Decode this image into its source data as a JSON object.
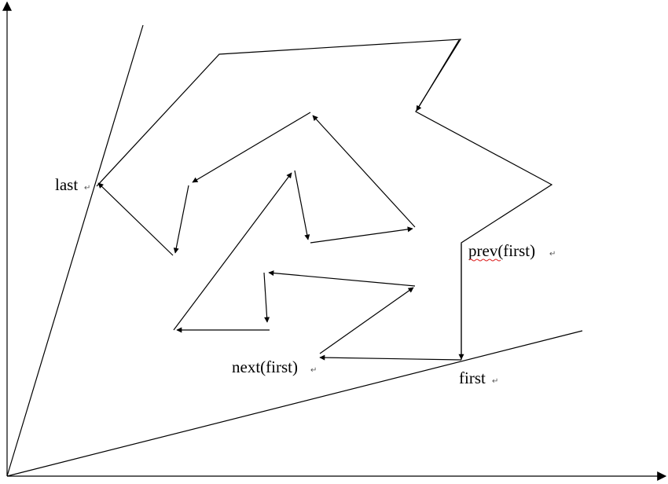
{
  "labels": {
    "last": "last",
    "prev": "prev(first)",
    "next": "next(first)",
    "first": "first"
  },
  "paragraph_mark": "↵",
  "colors": {
    "line": "#000000",
    "spellcheck_underline": "#dd2222",
    "background": "#ffffff"
  }
}
